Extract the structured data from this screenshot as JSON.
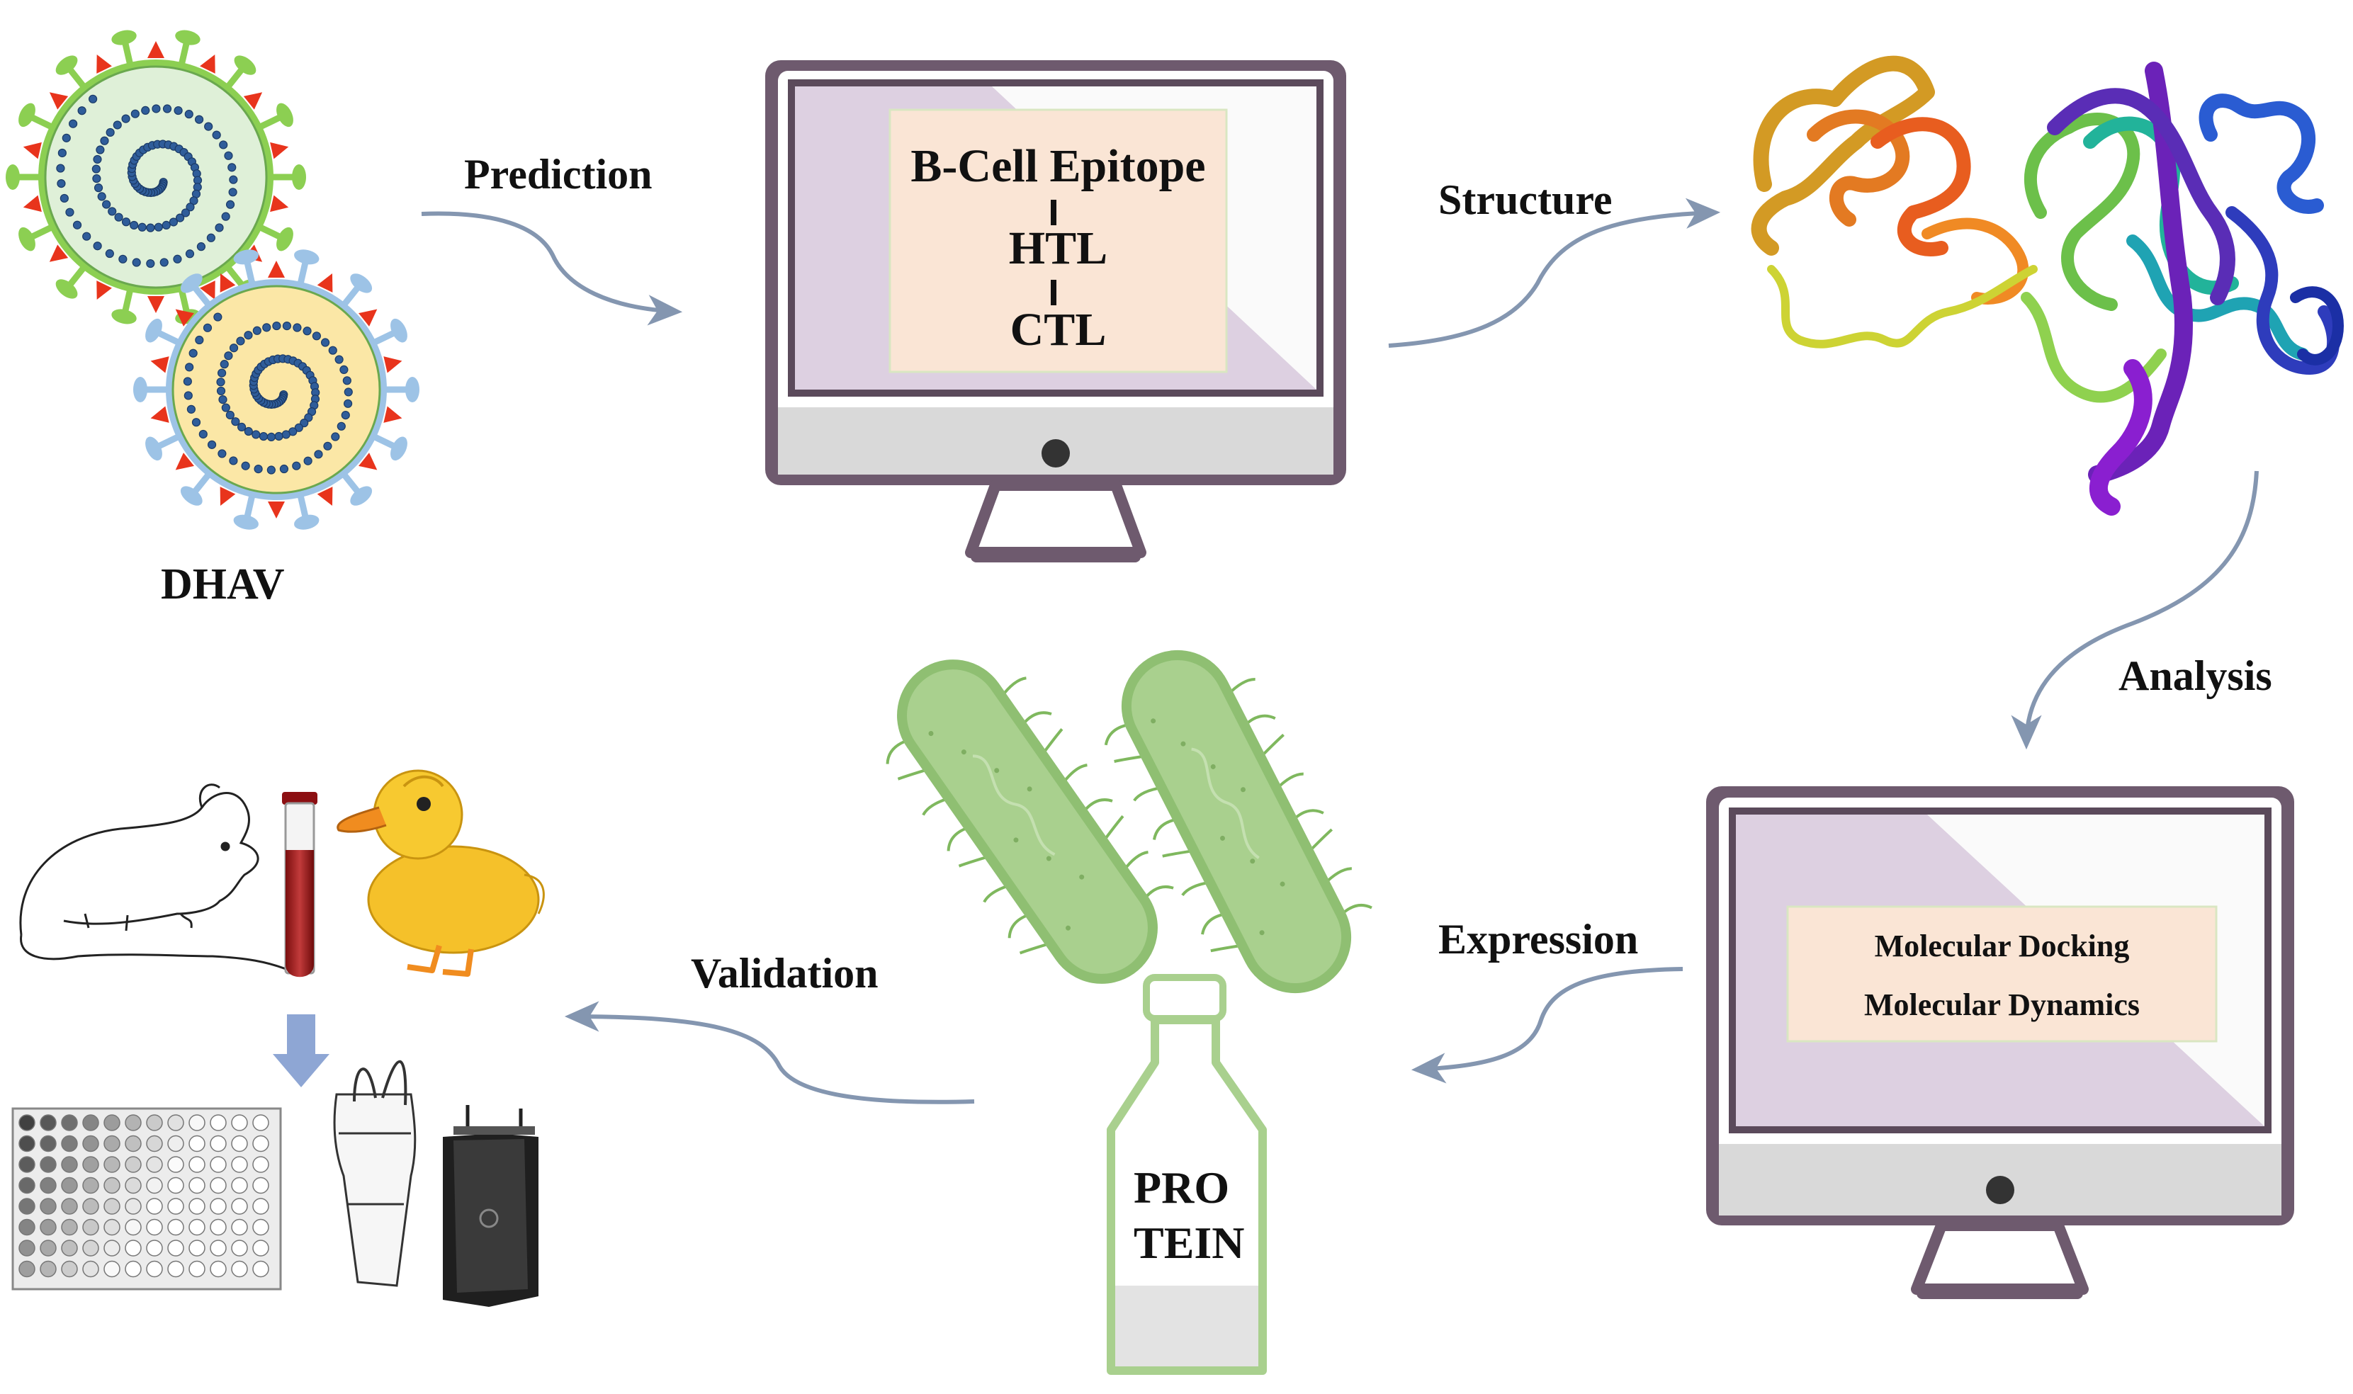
{
  "virus": {
    "label": "DHAV"
  },
  "flow": {
    "prediction": "Prediction",
    "structure": "Structure",
    "analysis": "Analysis",
    "expression": "Expression",
    "validation": "Validation"
  },
  "epitope_monitor": {
    "lines": [
      "B-Cell Epitope",
      "HTL",
      "CTL"
    ]
  },
  "simulation_monitor": {
    "lines": [
      "Molecular Docking",
      "Molecular Dynamics"
    ]
  },
  "protein_bottle": {
    "lines": [
      "PRO",
      "TEIN"
    ]
  },
  "colors": {
    "arrow": "#8496b0",
    "monitor_frame": "#6e5a6e",
    "monitor_panel": "#fae5d5",
    "screen_purple": "#ddd0e1",
    "bacteria_green": "#a9d08e",
    "bottle_green": "#a9d08e",
    "virus_outer_green": "#8ccf52",
    "virus_outer_blue": "#9dc3e6",
    "spike_red": "#e8341c"
  }
}
